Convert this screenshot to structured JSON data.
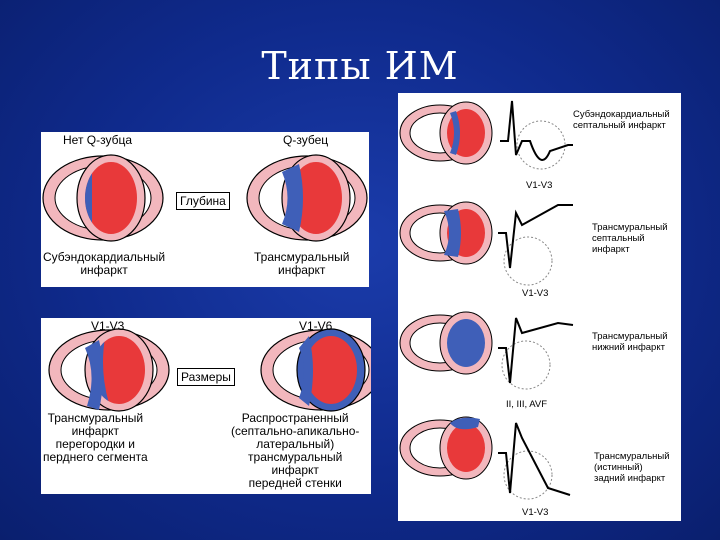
{
  "title": "Типы ИМ",
  "depth_panel": {
    "left_top": "Нет Q-зубца",
    "right_top": "Q-зубец",
    "center_box": "Глубина",
    "left_caption": [
      "Субэндокардиальный",
      "инфаркт"
    ],
    "right_caption": [
      "Трансмуральный",
      "инфаркт"
    ]
  },
  "size_panel": {
    "left_top": "V1-V3",
    "right_top": "V1-V6",
    "center_box": "Размеры",
    "left_caption": [
      "Трансмуральный",
      "инфаркт",
      "перегородки и",
      "перднего сегмента"
    ],
    "right_caption": [
      "Распространенный",
      "(септально-апикально-",
      "латеральный)",
      "трансмуральный",
      "инфаркт",
      "передней стенки"
    ]
  },
  "ecg_panel": {
    "rows": [
      {
        "lead": "V1-V3",
        "caption": [
          "Субэндокардиальный",
          "септальный инфаркт"
        ]
      },
      {
        "lead": "V1-V3",
        "caption": [
          "Трансмуральный",
          "септальный",
          "инфаркт"
        ]
      },
      {
        "lead": "II, III, AVF",
        "caption": [
          "Трансмуральный",
          "нижний инфаркт"
        ]
      },
      {
        "lead": "V1-V3",
        "caption": [
          "Трансмуральный",
          "(истинный)",
          "задний инфаркт"
        ]
      }
    ]
  },
  "colors": {
    "background": "#1234a0",
    "ring": "#f2b7bd",
    "myocardium_red": "#e8393a",
    "infarct_blue": "#3f5fb8"
  }
}
